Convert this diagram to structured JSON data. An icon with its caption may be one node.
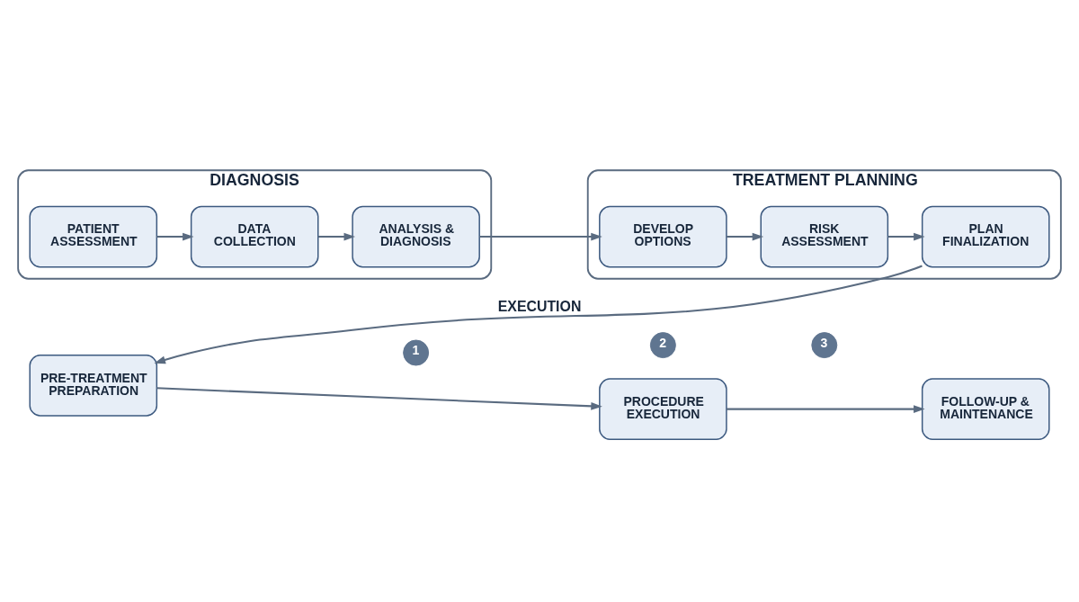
{
  "diagram": {
    "nodes": [
      {
        "text": [
          "DIAGNOSIS"
        ]
      },
      {
        "text": [
          "PATIENT ASSESSMENT"
        ],
        "in": 0
      },
      {
        "text": [
          "DATA COLLECTION"
        ],
        "in": 0
      },
      {
        "text": [
          "ANALYSIS & DIAGNOSIS"
        ],
        "in": 0
      },
      {
        "text": [
          "TREATMENT PLANNING"
        ]
      },
      {
        "text": [
          "DEVELOP OPTIONS"
        ],
        "in": 4
      },
      {
        "text": [
          "RISK ASSESSMENT"
        ],
        "in": 4
      },
      {
        "text": [
          "PLAN FINALIZATION"
        ],
        "in": 4
      },
      {
        "text": [
          "PRE-TREATMENT PREPARATION"
        ]
      },
      {
        "text": [
          "1"
        ]
      },
      {
        "text": [
          "2"
        ]
      },
      {
        "text": [
          "3"
        ]
      },
      {
        "text": [
          "PROCEDURE EXECUTION"
        ]
      },
      {
        "text": [
          "FOLLOW-UP & MAINTENANCE"
        ]
      }
    ],
    "edges": [
      {
        "from": 1,
        "to": 2,
        "arrow": "to"
      },
      {
        "from": 2,
        "to": 3,
        "arrow": "to"
      },
      {
        "from": 3,
        "to": 5,
        "arrow": "to"
      },
      {
        "from": 5,
        "to": 6,
        "arrow": "to"
      },
      {
        "from": 6,
        "to": 7,
        "arrow": "to"
      },
      {
        "from": 7,
        "to": 8,
        "arrow": "to",
        "label": "EXECUTION"
      },
      {
        "from": 8,
        "to": 12,
        "arrow": "to"
      },
      {
        "from": 12,
        "to": 13,
        "arrow": "to"
      }
    ]
  }
}
